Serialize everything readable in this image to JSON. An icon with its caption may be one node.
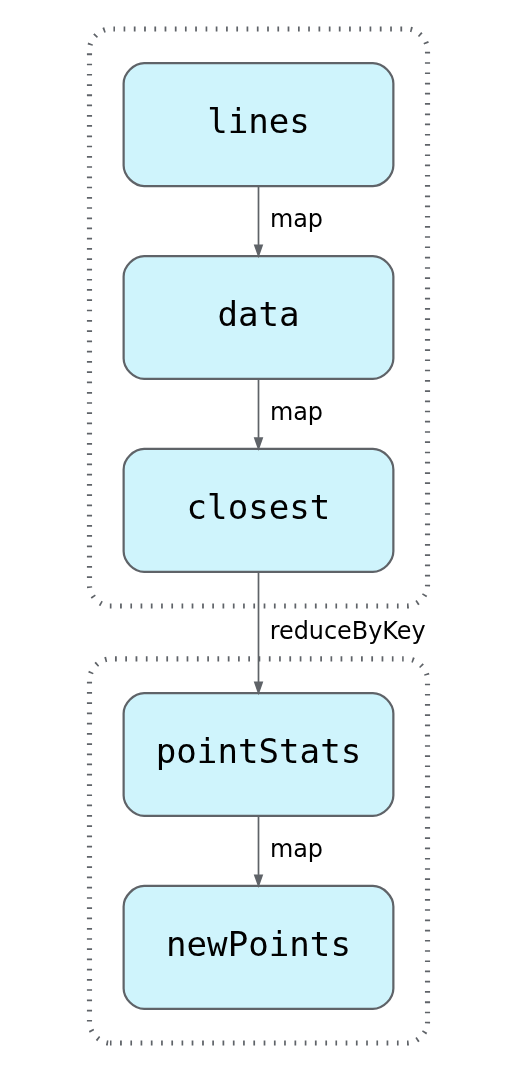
{
  "diagram": {
    "nodes": [
      {
        "text": [],
        "shape": "box"
      },
      {
        "text": [
          "lines"
        ],
        "in": 0
      },
      {
        "text": [
          "data"
        ],
        "in": 0
      },
      {
        "text": [
          "closest"
        ],
        "in": 0
      },
      {
        "text": [],
        "shape": "box"
      },
      {
        "text": [
          "pointStats"
        ],
        "in": 4
      },
      {
        "text": [
          "newPoints"
        ],
        "in": 4
      }
    ],
    "edges": [
      {
        "from": 1,
        "to": 2,
        "arrow": "to",
        "label": "map"
      },
      {
        "from": 2,
        "to": 3,
        "arrow": "to",
        "label": "map"
      },
      {
        "from": 3,
        "to": 5,
        "arrow": "to",
        "label": "reduceByKey"
      },
      {
        "from": 5,
        "to": 6,
        "arrow": "to",
        "label": "map"
      }
    ]
  }
}
